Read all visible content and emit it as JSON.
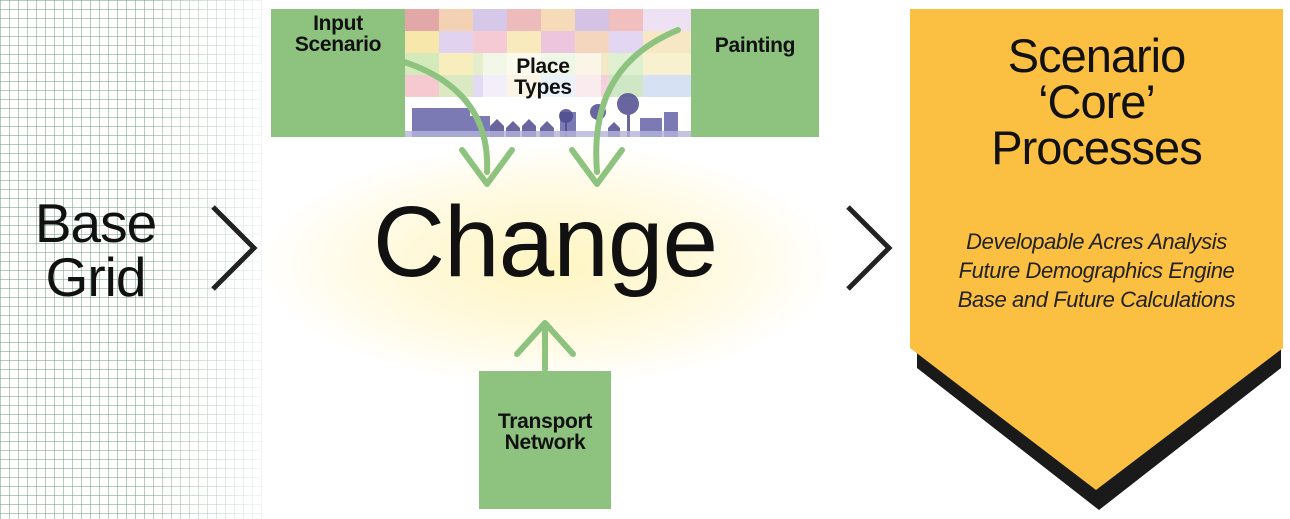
{
  "base": {
    "line1": "Base",
    "line2": "Grid"
  },
  "inputs": {
    "input_scenario": {
      "line1": "Input",
      "line2": "Scenario"
    },
    "painting": "Painting",
    "place_types": {
      "line1": "Place",
      "line2": "Types"
    },
    "transport": {
      "line1": "Transport",
      "line2": "Network"
    }
  },
  "center": "Change",
  "core": {
    "title_line1": "Scenario",
    "title_line2": "‘Core’",
    "title_line3": "Processes",
    "items": [
      "Developable Acres Analysis",
      "Future Demographics Engine",
      "Base and Future Calculations"
    ]
  },
  "colors": {
    "green": "#8ec27f",
    "gold": "#fbbf42",
    "text": "#111111",
    "grid": "#78a087"
  },
  "icons": [
    "chevron-right-icon",
    "curved-arrow-icon",
    "up-arrow-icon"
  ]
}
